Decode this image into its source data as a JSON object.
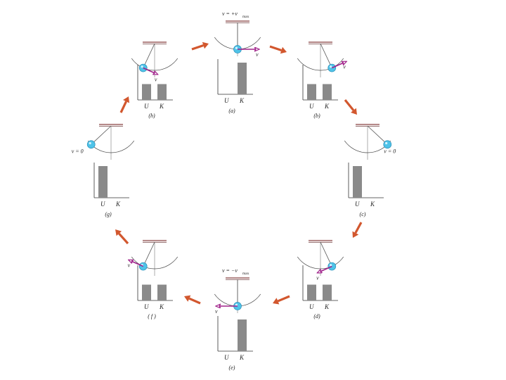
{
  "colors": {
    "ceiling": "#b58a8a",
    "bar": "#8a8a8a",
    "velocity": "#a0228a",
    "arrow": "#d2572e",
    "ball": "#4fc3e8",
    "line": "#333333"
  },
  "axis_labels": {
    "u": "U",
    "k": "K"
  },
  "velocity_symbol": "v",
  "panels": [
    {
      "id": "a",
      "caption": "(a)",
      "top_label": "v = +v",
      "top_sub": "max",
      "angle": 0,
      "u": 0.0,
      "k": 1.0,
      "velocity": "right",
      "v_zero_label": ""
    },
    {
      "id": "b",
      "caption": "(b)",
      "top_label": "",
      "top_sub": "",
      "angle": -24,
      "u": 0.5,
      "k": 0.5,
      "velocity": "right",
      "v_zero_label": ""
    },
    {
      "id": "c",
      "caption": "(c)",
      "top_label": "",
      "top_sub": "",
      "angle": -45,
      "u": 1.0,
      "k": 0.0,
      "velocity": "zero",
      "v_zero_label": "v = 0"
    },
    {
      "id": "d",
      "caption": "(d)",
      "top_label": "",
      "top_sub": "",
      "angle": -24,
      "u": 0.5,
      "k": 0.5,
      "velocity": "left",
      "v_zero_label": ""
    },
    {
      "id": "e",
      "caption": "(e)",
      "top_label": "v = −v",
      "top_sub": "max",
      "angle": 0,
      "u": 0.0,
      "k": 1.0,
      "velocity": "left",
      "v_zero_label": ""
    },
    {
      "id": "f",
      "caption": "( f )",
      "top_label": "",
      "top_sub": "",
      "angle": 24,
      "u": 0.5,
      "k": 0.5,
      "velocity": "left",
      "v_zero_label": ""
    },
    {
      "id": "g",
      "caption": "(g)",
      "top_label": "",
      "top_sub": "",
      "angle": 45,
      "u": 1.0,
      "k": 0.0,
      "velocity": "zero",
      "v_zero_label": "v = 0"
    },
    {
      "id": "h",
      "caption": "(h)",
      "top_label": "",
      "top_sub": "",
      "angle": 24,
      "u": 0.5,
      "k": 0.5,
      "velocity": "right",
      "v_zero_label": ""
    }
  ]
}
